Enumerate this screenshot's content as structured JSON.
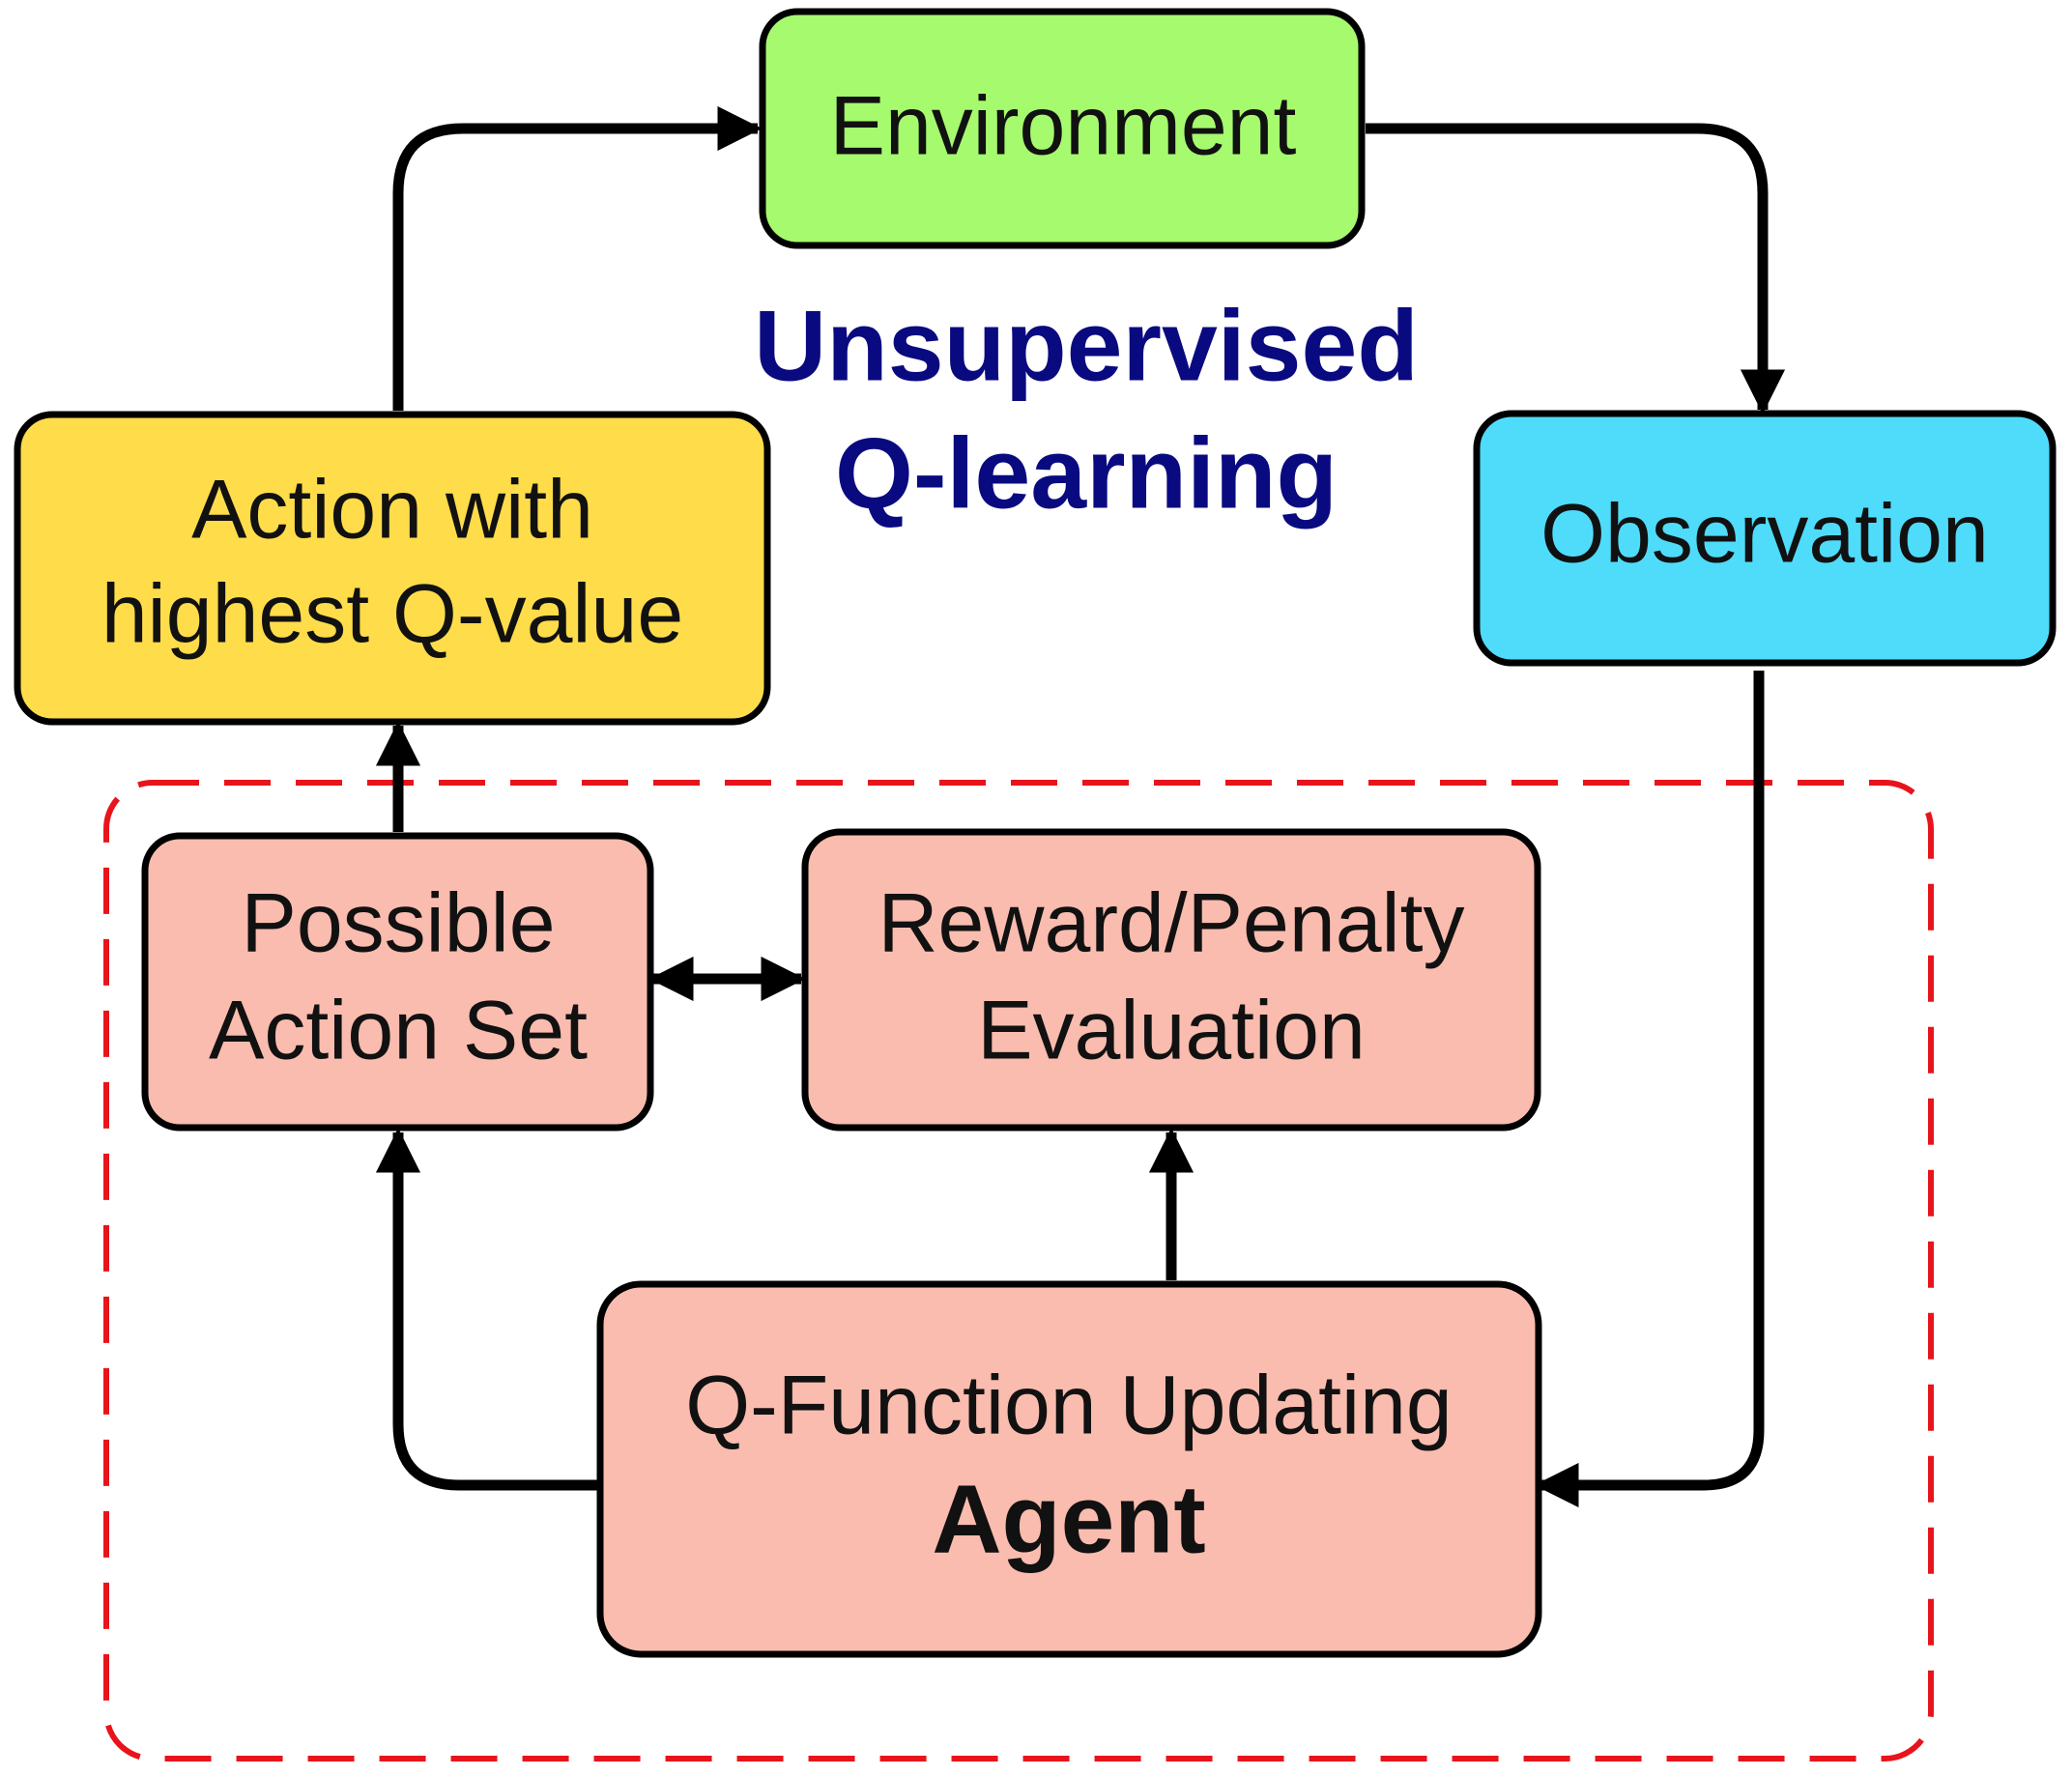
{
  "title": {
    "line1": "Unsupervised",
    "line2": "Q-learning"
  },
  "nodes": {
    "environment": {
      "label": "Environment"
    },
    "observation": {
      "label": "Observation"
    },
    "action": {
      "line1": "Action with",
      "line2": "highest Q-value"
    },
    "possible_actions": {
      "line1": "Possible",
      "line2": "Action Set"
    },
    "reward": {
      "line1": "Reward/Penalty",
      "line2": "Evaluation"
    },
    "agent": {
      "line1": "Q-Function Updating",
      "line2": "Agent"
    }
  },
  "colors": {
    "environment": "#a6fa6e",
    "observation": "#4fdcfa",
    "action": "#ffdc4a",
    "agent_group": "#f9bcae",
    "agent_boundary": "#e8141b",
    "title": "#0a0a80",
    "arrow": "#000000"
  }
}
